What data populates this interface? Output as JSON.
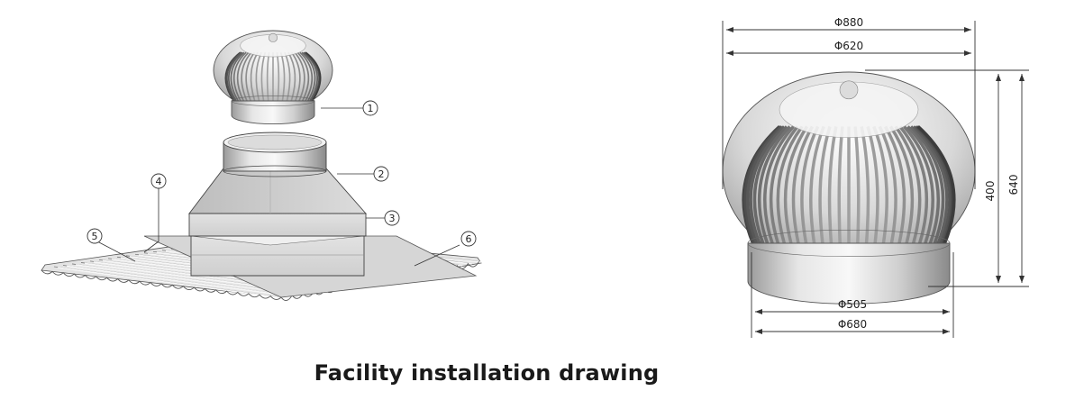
{
  "caption": "Facility installation drawing",
  "callouts": [
    "1",
    "2",
    "3",
    "4",
    "5",
    "6"
  ],
  "dimensions": {
    "outer_top": "Φ880",
    "inner_top": "Φ620",
    "height_inner": "400",
    "height_outer": "640",
    "base_inner": "Φ505",
    "base_outer": "Φ680"
  }
}
